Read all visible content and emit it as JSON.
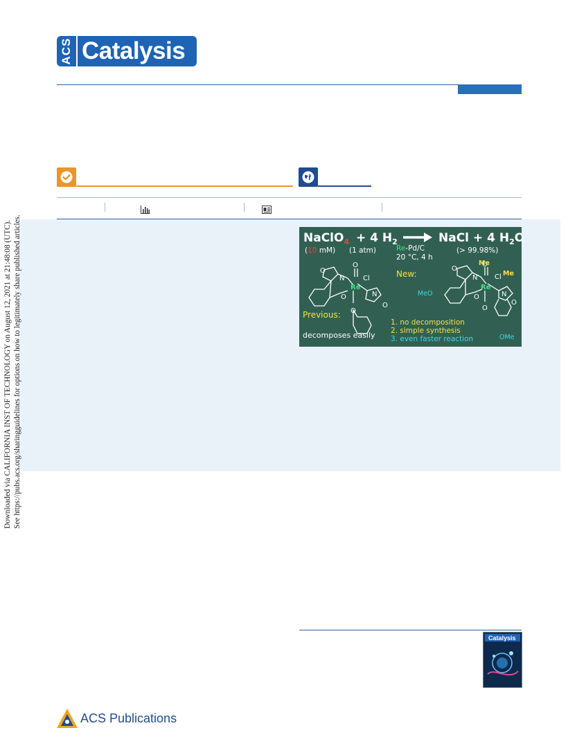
{
  "journal": {
    "logo_prefix": "ACS",
    "logo_name": "Catalysis"
  },
  "publisher": {
    "name": "ACS Publications"
  },
  "download_notice": {
    "line1": "Downloaded via CALIFORNIA INST OF TECHNOLOGY on August 12, 2021 at 21:48:08 (UTC).",
    "line2": "See https://pubs.acs.org/sharingguidelines for options on how to legitimately share published articles."
  },
  "toc_graphic": {
    "equation": {
      "reactant": "NaClO",
      "subscript": "4",
      "plus1": "+ 4 H",
      "h2_sub": "2",
      "product": "NaCl + 4 H",
      "h2o_sub": "2",
      "o": "O"
    },
    "conditions": {
      "conc_value": "10",
      "conc_unit": " mM)",
      "conc_open": "(",
      "pressure": "(1 atm)",
      "catalyst_re": "Re",
      "catalyst_rest": "-Pd/C",
      "temp_time": "20 °C, 4 h",
      "conversion": "(> 99.98%)"
    },
    "labels": {
      "previous": "Previous:",
      "decomposes": "decomposes easily",
      "new": "New:"
    },
    "atoms": {
      "O": "O",
      "N": "N",
      "Cl": "Cl",
      "Re": "Re",
      "Me": "Me",
      "MeO": "MeO",
      "OMe": "OMe"
    },
    "advantages": [
      "1. no decomposition",
      "2. simple synthesis",
      "3. even faster reaction"
    ]
  },
  "colors": {
    "brand_blue": "#1f63b4",
    "open_access_orange": "#e9952b",
    "panel_bg": "#eaf2f9",
    "chalkboard": "#2e5c4f",
    "chalk_yellow": "#f2e14a",
    "chalk_red": "#e8453c",
    "chalk_green": "#45e08a",
    "chalk_cyan": "#3fd6e6"
  },
  "icons": [
    "open-access-check-icon",
    "globe-icon",
    "metrics-bar-chart-icon",
    "article-recommendations-icon"
  ]
}
